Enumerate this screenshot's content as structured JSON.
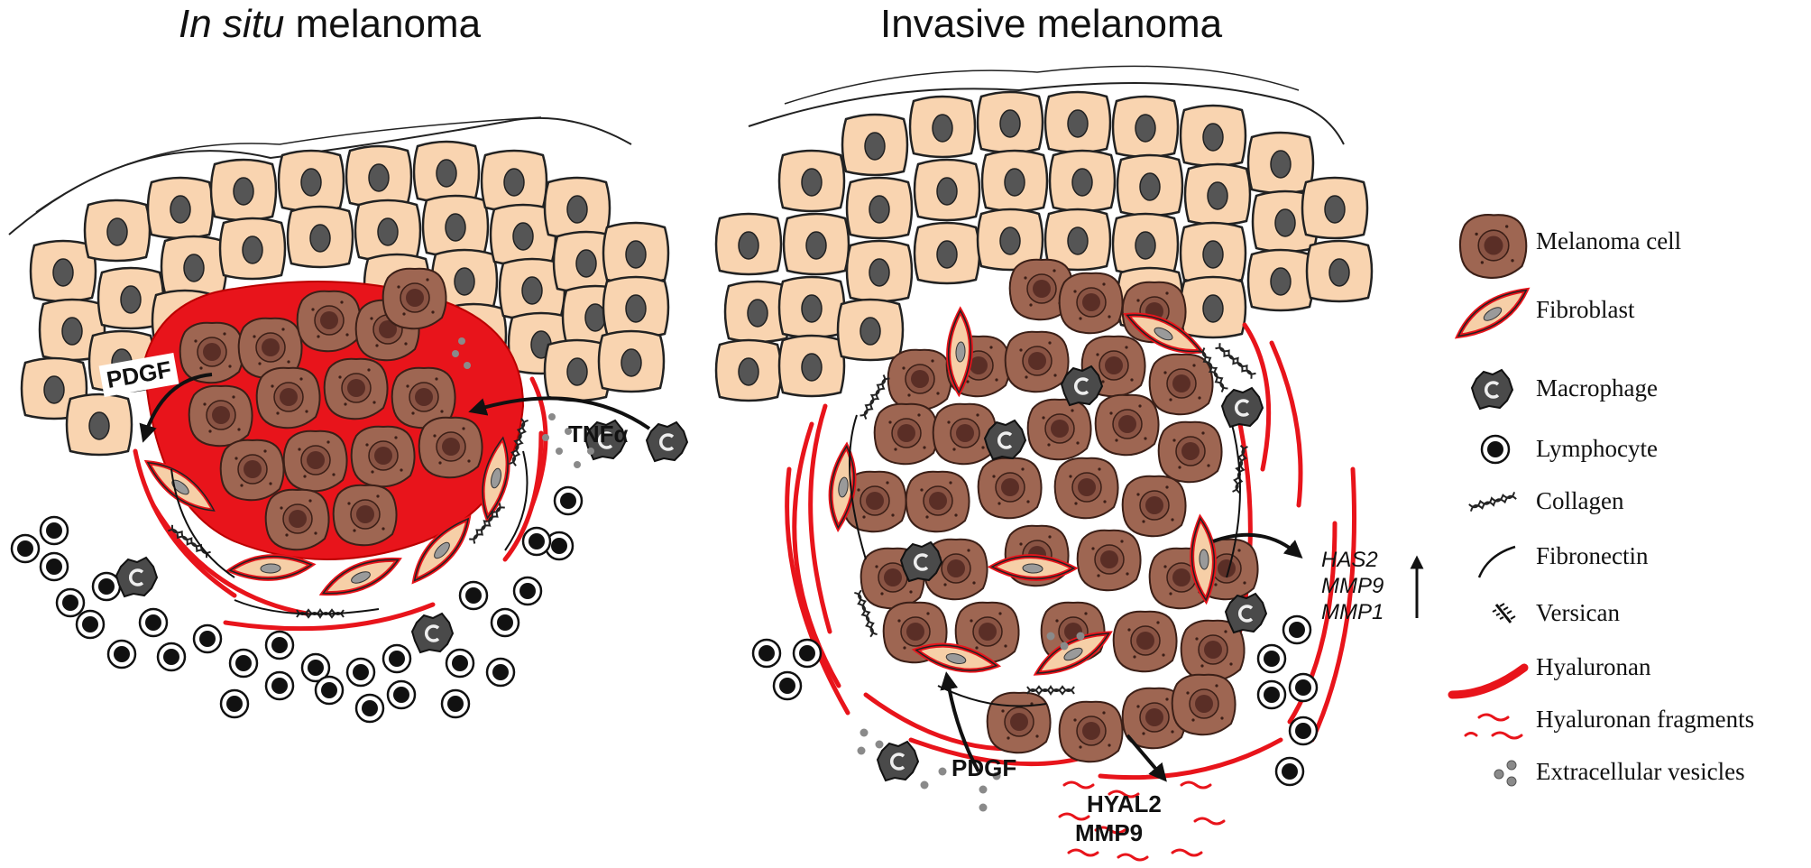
{
  "titles": {
    "left_prefix": "In situ",
    "left_suffix": " melanoma",
    "right": "Invasive melanoma"
  },
  "labels": {
    "pdgf_left": "PDGF",
    "tnf": "TNFα",
    "pdgf_right": "PDGF",
    "hyal2": "HYAL2",
    "mmp9_bottom": "MMP9",
    "genes": [
      "HAS2",
      "MMP9",
      "MMP1"
    ]
  },
  "legend": [
    {
      "icon": "melanoma-cell-icon",
      "label": "Melanoma cell"
    },
    {
      "icon": "fibroblast-icon",
      "label": "Fibroblast"
    },
    {
      "icon": "macrophage-icon",
      "label": "Macrophage"
    },
    {
      "icon": "lymphocyte-icon",
      "label": "Lymphocyte"
    },
    {
      "icon": "collagen-icon",
      "label": "Collagen"
    },
    {
      "icon": "fibronectin-icon",
      "label": "Fibronectin"
    },
    {
      "icon": "versican-icon",
      "label": "Versican"
    },
    {
      "icon": "hyaluronan-icon",
      "label": "Hyaluronan"
    },
    {
      "icon": "hyaluronan-fragments-icon",
      "label": "Hyaluronan fragments"
    },
    {
      "icon": "extracellular-vesicles-icon",
      "label": "Extracellular vesicles"
    }
  ],
  "colors": {
    "keratinocyte": "#f9d4b0",
    "nucleus_dark": "#555555",
    "melanoma_cell": "#9e6652",
    "melanoma_nucleus": "#5a2e26",
    "hyaluronan": "#e8141b",
    "fibroblast_fill": "#f6cfa7",
    "macrophage": "#4a4a4a",
    "lymphocyte": "#111111",
    "vesicle": "#8a8a8a"
  }
}
